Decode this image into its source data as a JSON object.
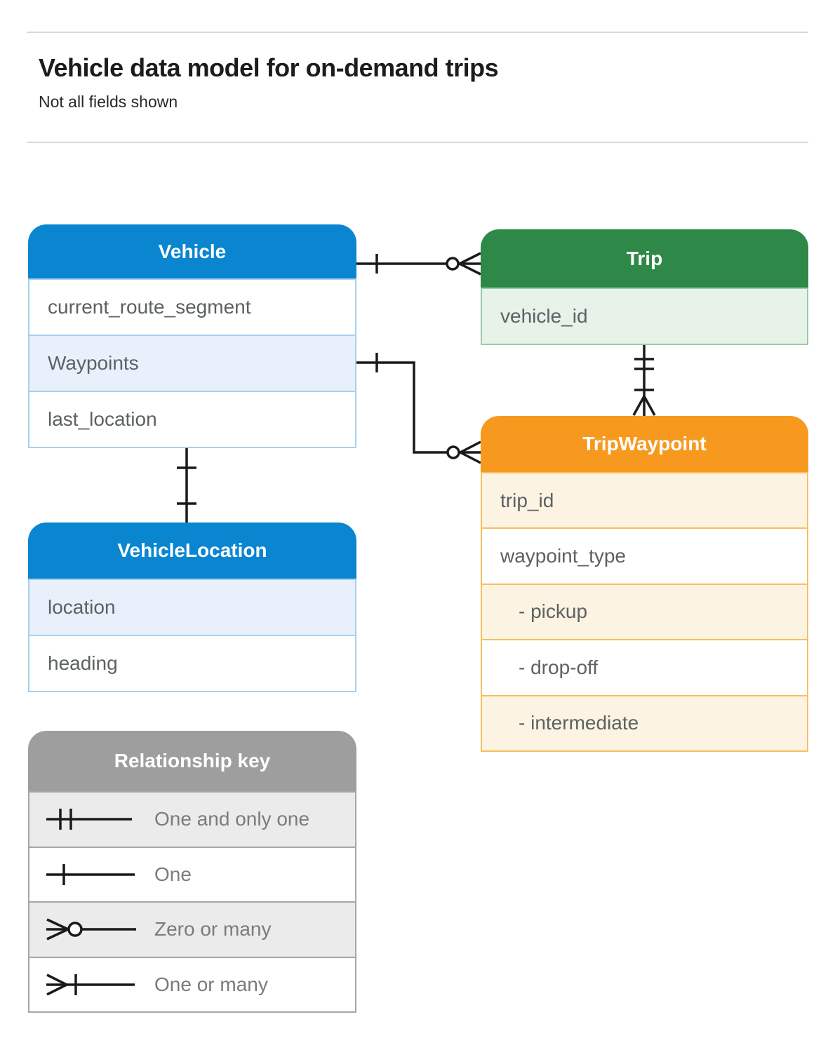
{
  "page": {
    "title": "Vehicle data model for on-demand trips",
    "subtitle": "Not all fields shown"
  },
  "entities": [
    {
      "name": "Vehicle",
      "colors": {
        "header": "#0a86d1",
        "border": "#a7d0ef",
        "tint": "#e8f1fb"
      },
      "fields": [
        {
          "label": "current_route_segment"
        },
        {
          "label": "Waypoints"
        },
        {
          "label": "last_location"
        }
      ]
    },
    {
      "name": "Trip",
      "colors": {
        "header": "#2e8848",
        "border": "#9bc9a6",
        "tint": "#e7f2e9"
      },
      "fields": [
        {
          "label": "vehicle_id"
        }
      ]
    },
    {
      "name": "TripWaypoint",
      "colors": {
        "header": "#f8991f",
        "border": "#f6c05e",
        "tint": "#fdf3e3"
      },
      "fields": [
        {
          "label": "trip_id"
        },
        {
          "label": "waypoint_type"
        },
        {
          "label": "- pickup"
        },
        {
          "label": "- drop-off"
        },
        {
          "label": "- intermediate"
        }
      ]
    },
    {
      "name": "VehicleLocation",
      "colors": {
        "header": "#0a86d1",
        "border": "#a7d0ef",
        "tint": "#e8f1fb"
      },
      "fields": [
        {
          "label": "location"
        },
        {
          "label": "heading"
        }
      ]
    }
  ],
  "legend": {
    "title": "Relationship key",
    "colors": {
      "header": "#9e9e9e",
      "border": "#a6a6a6",
      "tint": "#ebebeb"
    },
    "items": [
      {
        "symbol": "one-and-only-one",
        "label": "One and only one"
      },
      {
        "symbol": "one",
        "label": "One"
      },
      {
        "symbol": "zero-or-many",
        "label": "Zero or many"
      },
      {
        "symbol": "one-or-many",
        "label": "One or many"
      }
    ]
  },
  "connections": [
    {
      "from": "Vehicle",
      "to": "Trip",
      "from_cardinality": "one",
      "to_cardinality": "zero-or-many"
    },
    {
      "from": "Vehicle.Waypoints",
      "to": "TripWaypoint",
      "from_cardinality": "one",
      "to_cardinality": "zero-or-many"
    },
    {
      "from": "Trip",
      "to": "TripWaypoint",
      "from_cardinality": "one-and-only-one",
      "to_cardinality": "one-or-many"
    },
    {
      "from": "Vehicle",
      "to": "VehicleLocation",
      "from_cardinality": "one",
      "to_cardinality": "one"
    }
  ],
  "line_color": "#1a1a1a"
}
